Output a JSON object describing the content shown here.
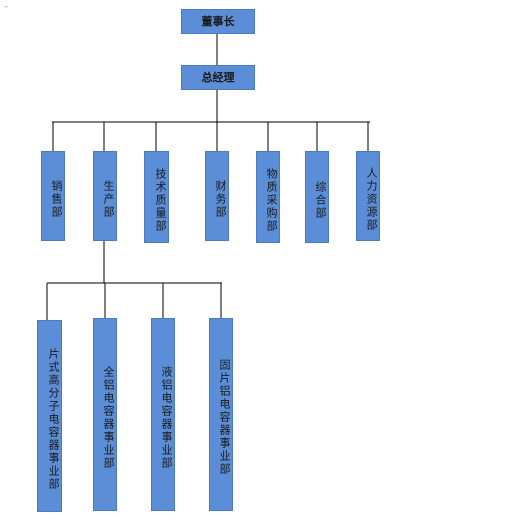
{
  "corner_mark": ".,",
  "org": {
    "chairman": "董事长",
    "general_manager": "总经理",
    "departments": [
      "销售部",
      "生产部",
      "技术质量部",
      "财务部",
      "物质采购部",
      "综合部",
      "人力资源部"
    ],
    "divisions": [
      "片式高分子电容器事业部",
      "全铝电容器事业部",
      "液铝电容器事业部",
      "固片铝电容器事业部"
    ]
  }
}
